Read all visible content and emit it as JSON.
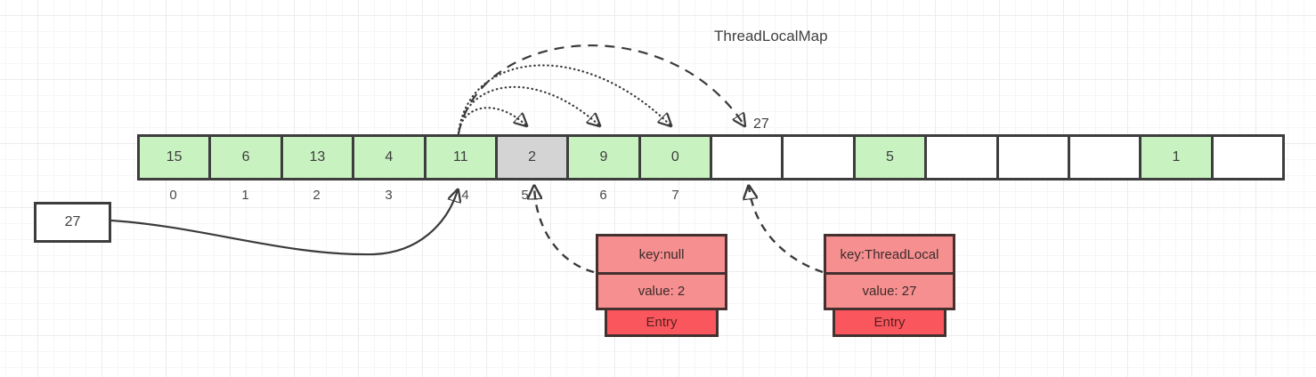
{
  "title": "ThreadLocalMap",
  "array": {
    "cells": [
      {
        "value": "15",
        "state": "occupied",
        "index_label": "0"
      },
      {
        "value": "6",
        "state": "occupied",
        "index_label": "1"
      },
      {
        "value": "13",
        "state": "occupied",
        "index_label": "2"
      },
      {
        "value": "4",
        "state": "occupied",
        "index_label": "3"
      },
      {
        "value": "11",
        "state": "occupied",
        "index_label": "4"
      },
      {
        "value": "2",
        "state": "stale",
        "index_label": "5"
      },
      {
        "value": "9",
        "state": "occupied",
        "index_label": "6"
      },
      {
        "value": "0",
        "state": "occupied",
        "index_label": "7"
      },
      {
        "value": "",
        "state": "empty",
        "index_label": ""
      },
      {
        "value": "",
        "state": "empty",
        "index_label": ""
      },
      {
        "value": "5",
        "state": "occupied",
        "index_label": ""
      },
      {
        "value": "",
        "state": "empty",
        "index_label": ""
      },
      {
        "value": "",
        "state": "empty",
        "index_label": ""
      },
      {
        "value": "",
        "state": "empty",
        "index_label": ""
      },
      {
        "value": "1",
        "state": "occupied",
        "index_label": ""
      },
      {
        "value": "",
        "state": "empty",
        "index_label": ""
      }
    ]
  },
  "incoming_value_box": {
    "value": "27"
  },
  "probe_result_label": "27",
  "entries": {
    "stale_entry": {
      "key": "key:null",
      "value": "value: 2",
      "label": "Entry"
    },
    "new_entry": {
      "key": "key:ThreadLocal",
      "value": "value: 27",
      "label": "Entry"
    }
  },
  "colors": {
    "occupied_cell": "#c9f2c1",
    "stale_cell": "#d4d4d4",
    "empty_cell": "#ffffff",
    "cell_border": "#3d3d3d",
    "entry_row_fill": "#f69090",
    "entry_tab_fill": "#f9575d",
    "entry_border": "#44302f",
    "connector_line": "#3b3b3b"
  }
}
